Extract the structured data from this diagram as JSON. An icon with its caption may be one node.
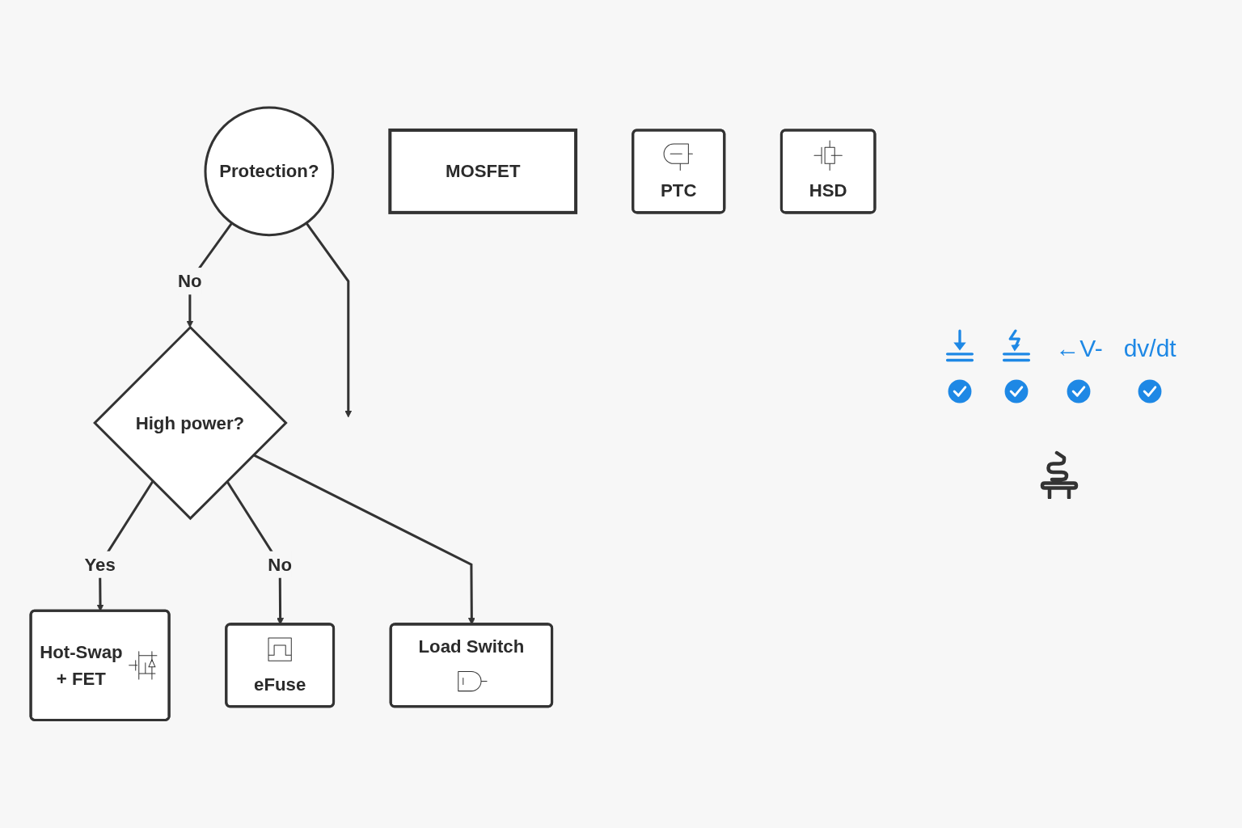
{
  "diagram": {
    "nodes": [
      {
        "text": [
          "Protection?"
        ]
      },
      {
        "text": [
          "High power?"
        ]
      },
      {
        "text": [
          "Hot-Swap",
          "+ FET"
        ]
      },
      {
        "text": [
          "MOSFET"
        ]
      },
      {
        "text": [
          "eFuse"
        ]
      },
      {
        "text": [
          "Load Switch"
        ]
      },
      {
        "text": [
          "PTC"
        ]
      },
      {
        "text": [
          "HSD"
        ]
      }
    ],
    "edges": [
      {
        "from": 0,
        "to": null,
        "arrow": "to"
      },
      {
        "from": 0,
        "to": 1,
        "arrow": "to",
        "label": "No"
      },
      {
        "from": 1,
        "to": 2,
        "arrow": "to",
        "label": "Yes"
      },
      {
        "from": 1,
        "to": 4,
        "arrow": "to",
        "label": "No"
      },
      {
        "from": 1,
        "to": 5,
        "arrow": "to"
      }
    ],
    "labels": [
      "←V-",
      "dv/dt"
    ]
  }
}
